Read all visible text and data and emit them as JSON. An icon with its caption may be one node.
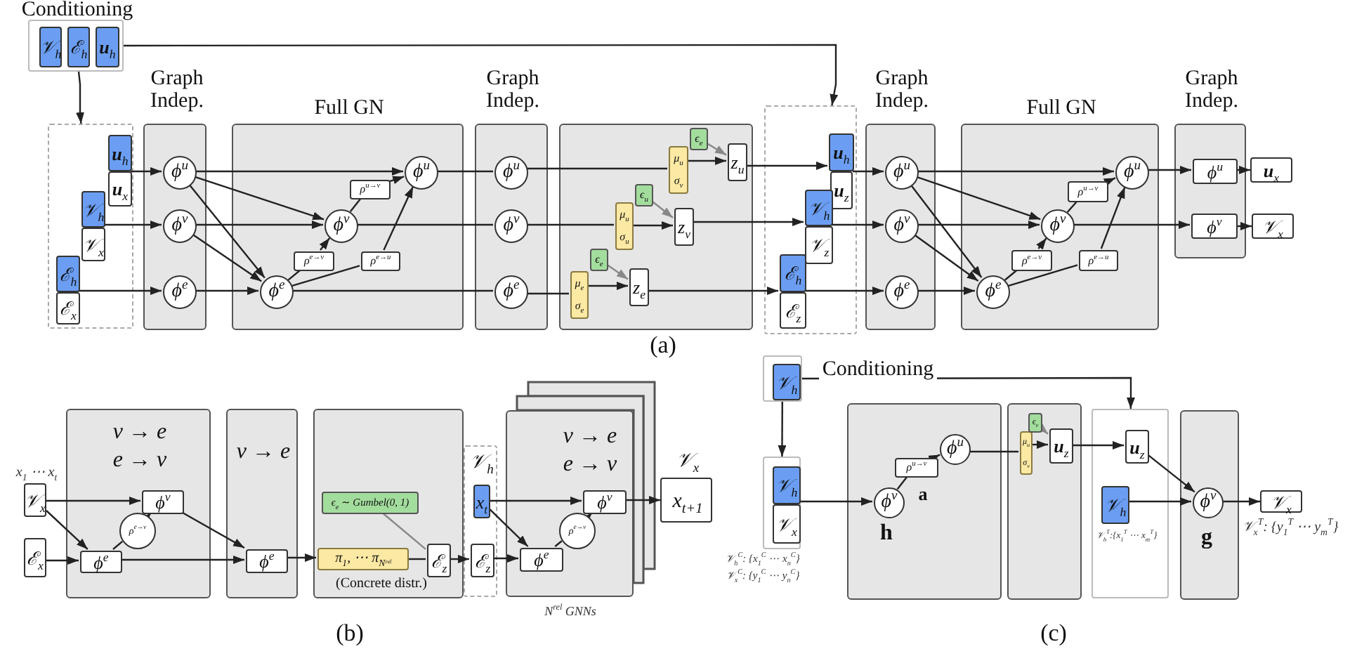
{
  "diagram": {
    "nodes": [
      {
        "text": [
          "Conditioning"
        ]
      },
      {
        "text": [
          "𝒱$_{h}$"
        ],
        "in": 0
      },
      {
        "text": [
          "ℰ$_{h}$"
        ],
        "in": 0
      },
      {
        "text": [
          "**u**$_{h}$"
        ],
        "in": 0
      },
      {
        "text": [],
        "shape": "box"
      },
      {
        "text": [
          "**u**$_{h}$"
        ],
        "in": 4
      },
      {
        "text": [
          "**u**$_{x}$"
        ],
        "in": 4
      },
      {
        "text": [
          "𝒱$_{h}$"
        ],
        "in": 4
      },
      {
        "text": [
          "𝒱$_{x}$"
        ],
        "in": 4
      },
      {
        "text": [
          "ℰ$_{h}$"
        ],
        "in": 4
      },
      {
        "text": [
          "ℰ$_{x}$"
        ],
        "in": 4
      },
      {
        "text": [
          "Graph Indep."
        ]
      },
      {
        "text": [
          "ϕ$^{u}$"
        ],
        "in": 11
      },
      {
        "text": [
          "ϕ$^{v}$"
        ],
        "in": 11
      },
      {
        "text": [
          "ϕ$^{e}$"
        ],
        "in": 11
      },
      {
        "text": [
          "Full GN"
        ]
      },
      {
        "text": [
          "ϕ$^{e}$"
        ],
        "in": 15
      },
      {
        "text": [
          "ρ$^{e→v}$"
        ],
        "in": 15
      },
      {
        "text": [
          "ρ$^{e→u}$"
        ],
        "in": 15
      },
      {
        "text": [
          "ϕ$^{v}$"
        ],
        "in": 15
      },
      {
        "text": [
          "ρ$^{u→v}$"
        ],
        "in": 15
      },
      {
        "text": [
          "ϕ$^{u}$"
        ],
        "in": 15
      },
      {
        "text": [
          "Graph Indep."
        ]
      },
      {
        "text": [
          "ϕ$^{u}$"
        ],
        "in": 22
      },
      {
        "text": [
          "ϕ$^{v}$"
        ],
        "in": 22
      },
      {
        "text": [
          "ϕ$^{e}$"
        ],
        "in": 22
      },
      {
        "text": [],
        "shape": "box"
      },
      {
        "text": [
          "μ$_{e}$",
          "σ$_{e}$"
        ],
        "in": 26
      },
      {
        "text": [
          "ϵ$_{e}$"
        ],
        "in": 26
      },
      {
        "text": [
          "z$_{e}$"
        ],
        "in": 26
      },
      {
        "text": [
          "μ$_{u}$",
          "σ$_{u}$"
        ],
        "in": 26
      },
      {
        "text": [
          "ϵ$_{u}$"
        ],
        "in": 26
      },
      {
        "text": [
          "z$_{v}$"
        ],
        "in": 26
      },
      {
        "text": [
          "μ$_{u}$",
          "σ$_{v}$"
        ],
        "in": 26
      },
      {
        "text": [
          "ϵ$_{e}$"
        ],
        "in": 26
      },
      {
        "text": [
          "z$_{u}$"
        ],
        "in": 26
      },
      {
        "text": [],
        "shape": "box"
      },
      {
        "text": [
          "**u**$_{h}$"
        ],
        "in": 36
      },
      {
        "text": [
          "**u**$_{z}$"
        ],
        "in": 36
      },
      {
        "text": [
          "𝒱$_{h}$"
        ],
        "in": 36
      },
      {
        "text": [
          "𝒱$_{z}$"
        ],
        "in": 36
      },
      {
        "text": [
          "ℰ$_{h}$"
        ],
        "in": 36
      },
      {
        "text": [
          "ℰ$_{z}$"
        ],
        "in": 36
      },
      {
        "text": [
          "Graph Indep."
        ]
      },
      {
        "text": [
          "ϕ$^{u}$"
        ],
        "in": 43
      },
      {
        "text": [
          "ϕ$^{v}$"
        ],
        "in": 43
      },
      {
        "text": [
          "ϕ$^{e}$"
        ],
        "in": 43
      },
      {
        "text": [
          "Full GN"
        ]
      },
      {
        "text": [
          "ϕ$^{e}$"
        ],
        "in": 47
      },
      {
        "text": [
          "ρ$^{e→v}$"
        ],
        "in": 47
      },
      {
        "text": [
          "ρ$^{e→u}$"
        ],
        "in": 47
      },
      {
        "text": [
          "ϕ$^{v}$"
        ],
        "in": 47
      },
      {
        "text": [
          "ρ$^{u→v}$"
        ],
        "in": 47
      },
      {
        "text": [
          "ϕ$^{u}$"
        ],
        "in": 47
      },
      {
        "text": [
          "Graph Indep."
        ]
      },
      {
        "text": [
          "ϕ$^{u}$"
        ],
        "in": 54
      },
      {
        "text": [
          "ϕ$^{v}$"
        ],
        "in": 54
      },
      {
        "text": [
          "**u**$_{x}$"
        ]
      },
      {
        "text": [
          "𝒱$_{x}$"
        ]
      },
      {
        "text": [
          "𝒱$_{x}$"
        ],
        "beside": [
          "x$_{1}$ ⋯ x$_{t}$"
        ]
      },
      {
        "text": [
          "ℰ$_{x}$"
        ]
      },
      {
        "text": [
          "v → e",
          "e → v"
        ]
      },
      {
        "text": [
          "ϕ$^{v}$"
        ],
        "in": 61
      },
      {
        "text": [
          "ρ$^{e→v}$"
        ],
        "in": 61
      },
      {
        "text": [
          "ϕ$^{e}$"
        ],
        "in": 61
      },
      {
        "text": [
          "v → e"
        ]
      },
      {
        "text": [
          "ϕ$^{e}$"
        ],
        "in": 65
      },
      {
        "text": [
          "(Concrete distr.)"
        ]
      },
      {
        "text": [
          "ϵ$_{e}$ ∼ *Gumbel*(0, 1)"
        ],
        "in": 67
      },
      {
        "text": [
          "π$_{1}$, ⋯ π$_{Nʳᵉˡ}$"
        ],
        "in": 67
      },
      {
        "text": [
          "ℰ$_{z}$"
        ],
        "in": 67
      },
      {
        "text": [
          "𝒱$_{h}$"
        ]
      },
      {
        "text": [
          "x$_{t}$"
        ],
        "in": 71
      },
      {
        "text": [
          "ℰ$_{z}$"
        ],
        "in": 71
      },
      {
        "text": [
          "v → e",
          "e → v"
        ],
        "beside": [
          "N$^{rel}$ GNNs"
        ]
      },
      {
        "text": [
          "ϕ$^{v}$"
        ],
        "in": 74
      },
      {
        "text": [
          "ρ$^{e→v}$"
        ],
        "in": 74
      },
      {
        "text": [
          "ϕ$^{e}$"
        ],
        "in": 74
      },
      {
        "text": [
          "𝒱$_{x}$",
          "x$_{t+1}$"
        ]
      },
      {
        "text": [],
        "shape": "box"
      },
      {
        "text": [
          "𝒱$_{h}$"
        ],
        "in": 79
      },
      {
        "text": [],
        "shape": "box",
        "beside": [
          "𝒱$_{h}$$^{C}$: {x$_{1}$$^{C}$ ⋯ x$_{n}$$^{C}$}",
          "𝒱$_{x}$$^{C}$: {y$_{1}$$^{C}$ ⋯ y$_{n}$$^{C}$}"
        ]
      },
      {
        "text": [
          "𝒱$_{h}$"
        ],
        "in": 81
      },
      {
        "text": [
          "𝒱$_{x}$"
        ],
        "in": 81
      },
      {
        "text": [],
        "shape": "box"
      },
      {
        "text": [
          "ϕ$^{v}$"
        ],
        "in": 84
      },
      {
        "text": [
          "ρ$^{u→v}$"
        ],
        "in": 84
      },
      {
        "text": [
          "ϕ$^{u}$"
        ],
        "in": 84
      },
      {
        "text": [],
        "shape": "box"
      },
      {
        "text": [
          "μ$_{u}$",
          "σ$_{v}$"
        ],
        "in": 88
      },
      {
        "text": [
          "ϵ$_{v}$"
        ],
        "in": 88
      },
      {
        "text": [
          "**u**$_{z}$"
        ],
        "in": 88
      },
      {
        "text": [],
        "shape": "box"
      },
      {
        "text": [
          "**u**$_{z}$"
        ],
        "in": 92
      },
      {
        "text": [
          "𝒱$_{h}$"
        ],
        "in": 92,
        "beside": [
          "𝒱$_{h}$$^{T}$:{x$_{1}$$^{T}$ ⋯ x$_{m}$$^{T}$}"
        ]
      },
      {
        "text": [],
        "shape": "box"
      },
      {
        "text": [
          "ϕ$^{v}$"
        ],
        "in": 95
      },
      {
        "text": [
          "𝒱$_{x}$"
        ],
        "beside": [
          "𝒱$_{x}$$^{T}$: {y$_{1}$$^{T}$ ⋯ y$_{m}$$^{T}$}"
        ]
      }
    ],
    "edges": [
      {
        "from": 0,
        "to": 4,
        "arrow": "to"
      },
      {
        "from": 0,
        "to": 36,
        "arrow": "to"
      },
      {
        "from": 5,
        "to": 12,
        "arrow": "to"
      },
      {
        "from": 7,
        "to": 13,
        "arrow": "to"
      },
      {
        "from": 9,
        "to": 14,
        "arrow": "to"
      },
      {
        "from": 12,
        "to": 21,
        "arrow": "to"
      },
      {
        "from": 12,
        "to": 19,
        "arrow": "to"
      },
      {
        "from": 12,
        "to": 16,
        "arrow": "to"
      },
      {
        "from": 13,
        "to": 19,
        "arrow": "to"
      },
      {
        "from": 13,
        "to": 16,
        "arrow": "to"
      },
      {
        "from": 14,
        "to": 16,
        "arrow": "to"
      },
      {
        "from": 16,
        "to": 17,
        "arrow": "none"
      },
      {
        "from": 17,
        "to": 19,
        "arrow": "to"
      },
      {
        "from": 16,
        "to": 18,
        "arrow": "none"
      },
      {
        "from": 18,
        "to": 21,
        "arrow": "to"
      },
      {
        "from": 19,
        "to": 20,
        "arrow": "none"
      },
      {
        "from": 20,
        "to": 21,
        "arrow": "to"
      },
      {
        "from": 21,
        "to": 23,
        "arrow": "none"
      },
      {
        "from": 19,
        "to": 24,
        "arrow": "none"
      },
      {
        "from": 16,
        "to": 25,
        "arrow": "none"
      },
      {
        "from": 25,
        "to": 27,
        "arrow": "none"
      },
      {
        "from": 27,
        "to": 29,
        "arrow": "to"
      },
      {
        "from": 28,
        "to": 29,
        "arrow": "to",
        "color": "#888888"
      },
      {
        "from": 24,
        "to": 30,
        "arrow": "none"
      },
      {
        "from": 30,
        "to": 32,
        "arrow": "to"
      },
      {
        "from": 31,
        "to": 32,
        "arrow": "to",
        "color": "#888888"
      },
      {
        "from": 23,
        "to": 33,
        "arrow": "none"
      },
      {
        "from": 33,
        "to": 35,
        "arrow": "to"
      },
      {
        "from": 34,
        "to": 35,
        "arrow": "to",
        "color": "#888888"
      },
      {
        "from": 29,
        "to": 41,
        "arrow": "to"
      },
      {
        "from": 32,
        "to": 39,
        "arrow": "to"
      },
      {
        "from": 35,
        "to": 37,
        "arrow": "to"
      },
      {
        "from": 37,
        "to": 44,
        "arrow": "to"
      },
      {
        "from": 39,
        "to": 45,
        "arrow": "to"
      },
      {
        "from": 41,
        "to": 46,
        "arrow": "to"
      },
      {
        "from": 44,
        "to": 53,
        "arrow": "to"
      },
      {
        "from": 44,
        "to": 51,
        "arrow": "to"
      },
      {
        "from": 44,
        "to": 48,
        "arrow": "to"
      },
      {
        "from": 45,
        "to": 51,
        "arrow": "to"
      },
      {
        "from": 45,
        "to": 48,
        "arrow": "to"
      },
      {
        "from": 46,
        "to": 48,
        "arrow": "to"
      },
      {
        "from": 48,
        "to": 49,
        "arrow": "none"
      },
      {
        "from": 49,
        "to": 51,
        "arrow": "to"
      },
      {
        "from": 48,
        "to": 50,
        "arrow": "none"
      },
      {
        "from": 50,
        "to": 53,
        "arrow": "to"
      },
      {
        "from": 51,
        "to": 52,
        "arrow": "none"
      },
      {
        "from": 52,
        "to": 53,
        "arrow": "to"
      },
      {
        "from": 53,
        "to": 55,
        "arrow": "to"
      },
      {
        "from": 51,
        "to": 56,
        "arrow": "to"
      },
      {
        "from": 55,
        "to": 57,
        "arrow": "to"
      },
      {
        "from": 56,
        "to": 58,
        "arrow": "to"
      },
      {
        "from": 59,
        "to": 62,
        "arrow": "to"
      },
      {
        "from": 59,
        "to": 64,
        "arrow": "to"
      },
      {
        "from": 60,
        "to": 64,
        "arrow": "to"
      },
      {
        "from": 64,
        "to": 63,
        "arrow": "none"
      },
      {
        "from": 63,
        "to": 62,
        "arrow": "to"
      },
      {
        "from": 64,
        "to": 66,
        "arrow": "to"
      },
      {
        "from": 62,
        "to": 66,
        "arrow": "to"
      },
      {
        "from": 66,
        "to": 69,
        "arrow": "to"
      },
      {
        "from": 68,
        "to": 70,
        "arrow": "none",
        "color": "#888888"
      },
      {
        "from": 69,
        "to": 70,
        "arrow": "none"
      },
      {
        "from": 70,
        "to": 73,
        "arrow": "to"
      },
      {
        "from": 72,
        "to": 75,
        "arrow": "to"
      },
      {
        "from": 72,
        "to": 77,
        "arrow": "to"
      },
      {
        "from": 73,
        "to": 77,
        "arrow": "to"
      },
      {
        "from": 77,
        "to": 76,
        "arrow": "none"
      },
      {
        "from": 76,
        "to": 75,
        "arrow": "to"
      },
      {
        "from": 75,
        "to": 78,
        "arrow": "to"
      },
      {
        "from": 79,
        "to": 81,
        "arrow": "to"
      },
      {
        "from": 79,
        "to": 92,
        "arrow": "to",
        "label": "Conditioning"
      },
      {
        "from": 82,
        "to": 85,
        "arrow": "to"
      },
      {
        "from": 85,
        "to": 86,
        "arrow": "none"
      },
      {
        "from": 86,
        "to": 87,
        "arrow": "to"
      },
      {
        "from": 87,
        "to": 89,
        "arrow": "none"
      },
      {
        "from": 89,
        "to": 91,
        "arrow": "to"
      },
      {
        "from": 90,
        "to": 91,
        "arrow": "to",
        "color": "#888888"
      },
      {
        "from": 91,
        "to": 93,
        "arrow": "to"
      },
      {
        "from": 93,
        "to": 96,
        "arrow": "to"
      },
      {
        "from": 94,
        "to": 96,
        "arrow": "to"
      },
      {
        "from": 96,
        "to": 97,
        "arrow": "to"
      }
    ],
    "labels": [
      "(a)",
      "a",
      "h",
      "g",
      "(b)",
      "(c)"
    ]
  }
}
